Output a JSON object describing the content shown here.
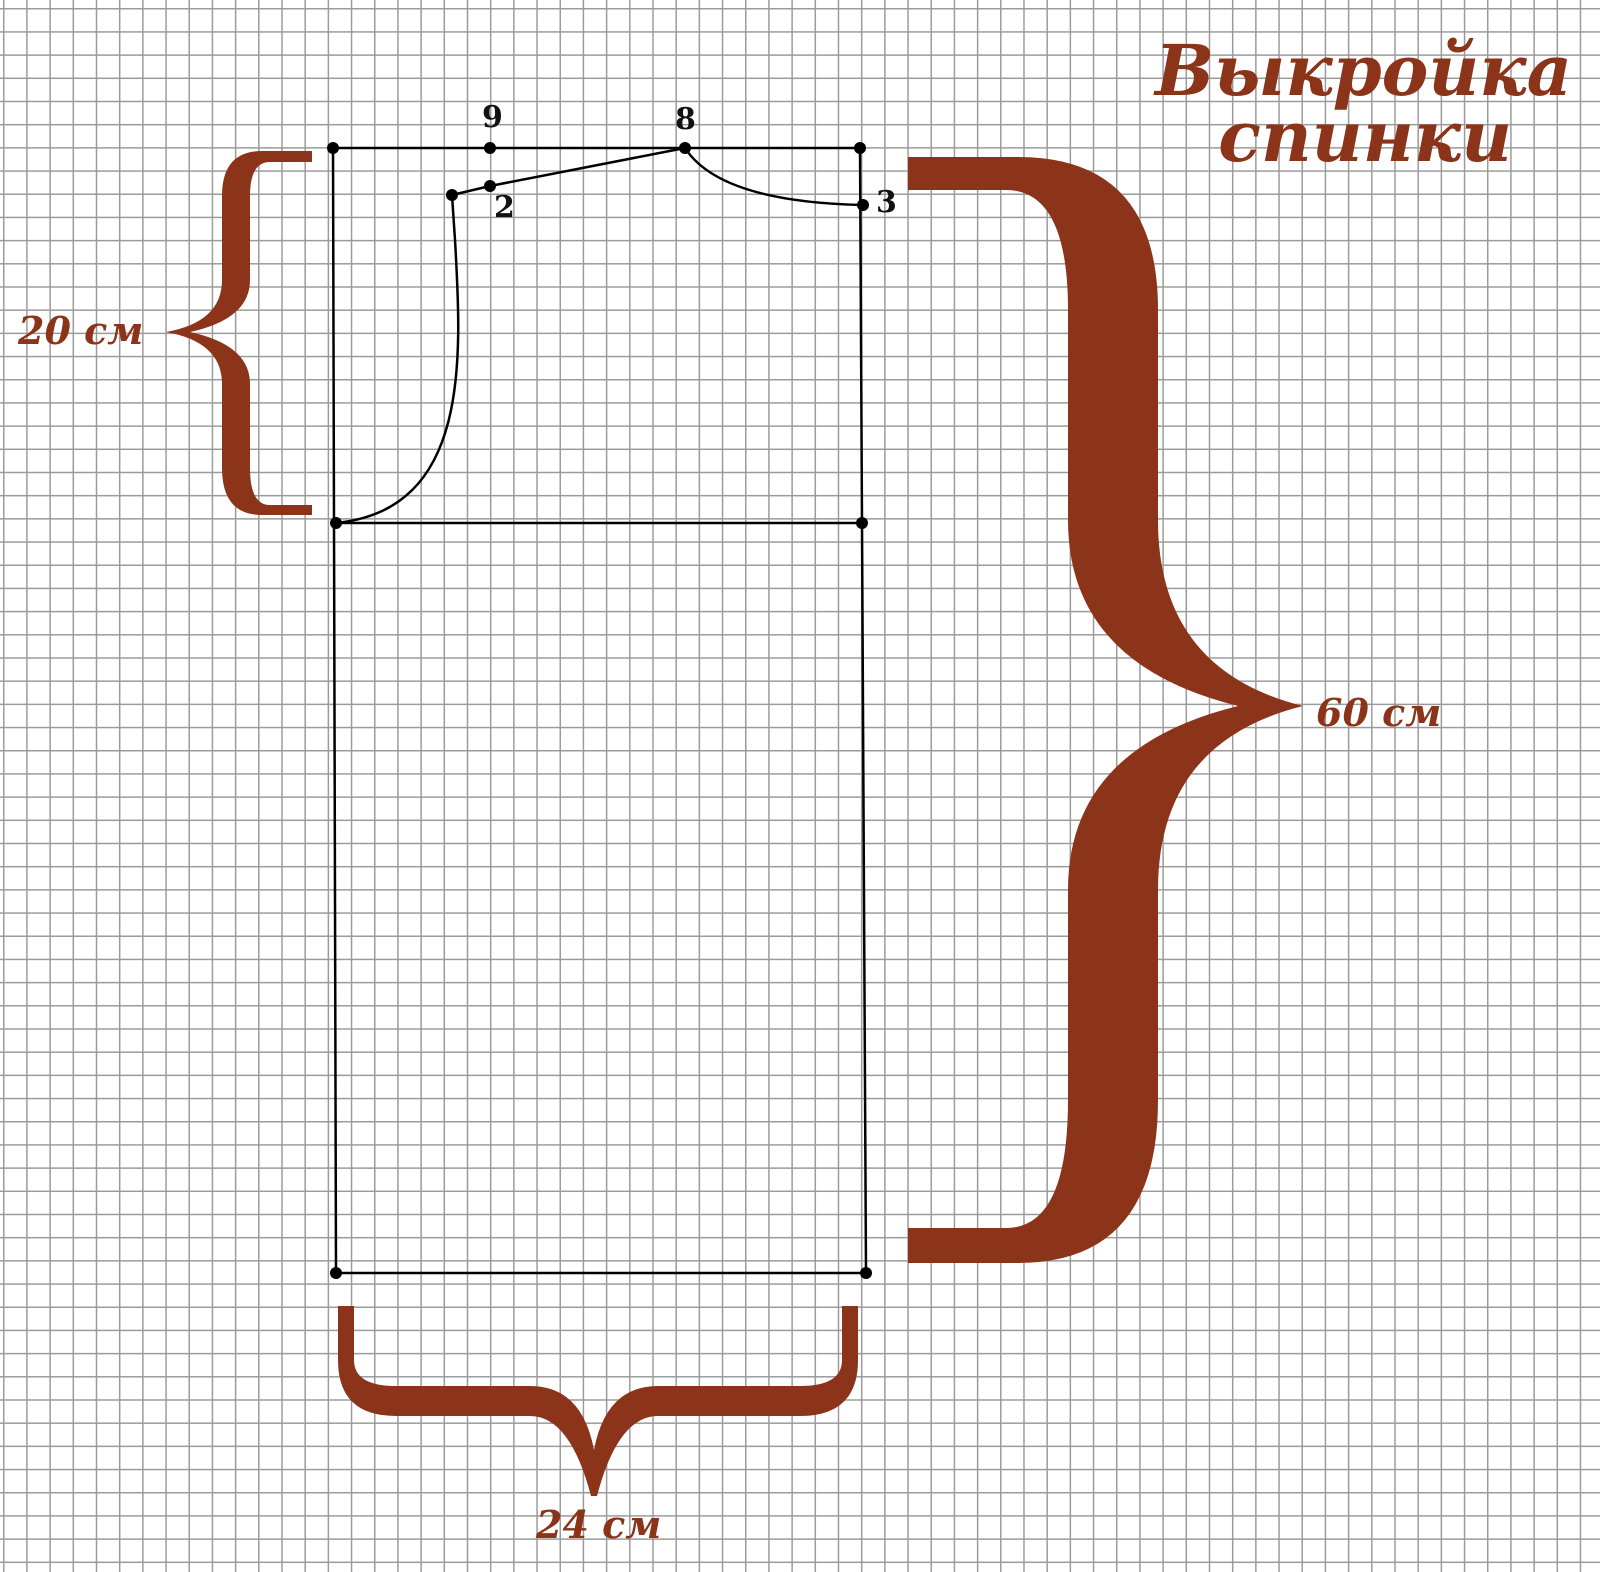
{
  "title": {
    "line1": "Выкройка",
    "line2": "спинки"
  },
  "dimensions": {
    "armhole_height": "20 см",
    "length": "60 см",
    "width": "24 см"
  },
  "points": {
    "p9": "9",
    "p8": "8",
    "p2": "2",
    "p3": "3"
  },
  "colors": {
    "brace": "#8b3419",
    "line": "#000000",
    "grid": "#9a9a9a"
  }
}
